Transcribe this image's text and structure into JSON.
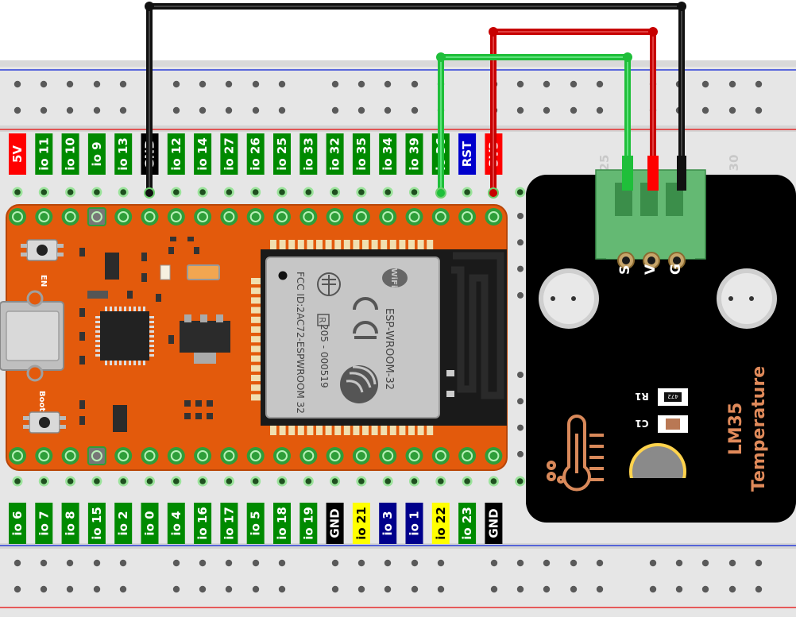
{
  "top_pin_labels": [
    {
      "text": "5V",
      "bg": "#ff0000",
      "fg": "#ffffff"
    },
    {
      "text": "io 11",
      "bg": "#008a00",
      "fg": "#ffffff"
    },
    {
      "text": "io 10",
      "bg": "#008a00",
      "fg": "#ffffff"
    },
    {
      "text": "io 9",
      "bg": "#008a00",
      "fg": "#ffffff"
    },
    {
      "text": "io 13",
      "bg": "#008a00",
      "fg": "#ffffff"
    },
    {
      "text": "GND",
      "bg": "#000000",
      "fg": "#ffffff"
    },
    {
      "text": "io 12",
      "bg": "#008a00",
      "fg": "#ffffff"
    },
    {
      "text": "io 14",
      "bg": "#008a00",
      "fg": "#ffffff"
    },
    {
      "text": "io 27",
      "bg": "#008a00",
      "fg": "#ffffff"
    },
    {
      "text": "io 26",
      "bg": "#008a00",
      "fg": "#ffffff"
    },
    {
      "text": "io 25",
      "bg": "#008a00",
      "fg": "#ffffff"
    },
    {
      "text": "io 33",
      "bg": "#008a00",
      "fg": "#ffffff"
    },
    {
      "text": "io 32",
      "bg": "#008a00",
      "fg": "#ffffff"
    },
    {
      "text": "io 35",
      "bg": "#008a00",
      "fg": "#ffffff"
    },
    {
      "text": "io 34",
      "bg": "#008a00",
      "fg": "#ffffff"
    },
    {
      "text": "io 39",
      "bg": "#008a00",
      "fg": "#ffffff"
    },
    {
      "text": "io 36",
      "bg": "#008a00",
      "fg": "#ffffff"
    },
    {
      "text": "RST",
      "bg": "#0000cc",
      "fg": "#ffffff"
    },
    {
      "text": "3V3",
      "bg": "#ff0000",
      "fg": "#ffffff"
    }
  ],
  "bottom_pin_labels": [
    {
      "text": "io 6",
      "bg": "#008a00",
      "fg": "#ffffff"
    },
    {
      "text": "io 7",
      "bg": "#008a00",
      "fg": "#ffffff"
    },
    {
      "text": "io 8",
      "bg": "#008a00",
      "fg": "#ffffff"
    },
    {
      "text": "io 15",
      "bg": "#008a00",
      "fg": "#ffffff"
    },
    {
      "text": "io 2",
      "bg": "#008a00",
      "fg": "#ffffff"
    },
    {
      "text": "io 0",
      "bg": "#008a00",
      "fg": "#ffffff"
    },
    {
      "text": "io 4",
      "bg": "#008a00",
      "fg": "#ffffff"
    },
    {
      "text": "io 16",
      "bg": "#008a00",
      "fg": "#ffffff"
    },
    {
      "text": "io 17",
      "bg": "#008a00",
      "fg": "#ffffff"
    },
    {
      "text": "io 5",
      "bg": "#008a00",
      "fg": "#ffffff"
    },
    {
      "text": "io 18",
      "bg": "#008a00",
      "fg": "#ffffff"
    },
    {
      "text": "io 19",
      "bg": "#008a00",
      "fg": "#ffffff"
    },
    {
      "text": "GND",
      "bg": "#000000",
      "fg": "#ffffff"
    },
    {
      "text": "io 21",
      "bg": "#ffff00",
      "fg": "#000000"
    },
    {
      "text": "io 3",
      "bg": "#00008b",
      "fg": "#ffffff"
    },
    {
      "text": "io 1",
      "bg": "#00008b",
      "fg": "#ffffff"
    },
    {
      "text": "io 22",
      "bg": "#ffff00",
      "fg": "#000000"
    },
    {
      "text": "io 23",
      "bg": "#008a00",
      "fg": "#ffffff"
    },
    {
      "text": "GND",
      "bg": "#000000",
      "fg": "#ffffff"
    }
  ],
  "breadboard": {
    "col_25": "25",
    "col_30": "30"
  },
  "esp32": {
    "en_label": "EN",
    "boot_label": "Boot",
    "module_name": "ESP-WROOM-32",
    "fcc_line": "FCC ID:2AC72-ESPWROOM 32",
    "cert_line": "205 - 000519",
    "wifi_label": "WiFi",
    "r_mark": "R"
  },
  "sensor": {
    "pin_s": "S",
    "pin_v": "V",
    "pin_g": "G",
    "r1_label": "R1",
    "c1_label": "C1",
    "resistor_code": "472",
    "title_line1": "LM35",
    "title_line2": "Temperature"
  },
  "colors": {
    "breadboard": "#e6e6e6",
    "rail_red": "#e52b2b",
    "rail_blue": "#2b3fd9",
    "esp_board": "#e35a0c",
    "pad_green": "#2e9e39",
    "sensor_board": "#000000",
    "terminal_green": "#64b973",
    "wire_black": "#111111",
    "wire_red": "#c70000",
    "wire_green": "#1fbf3a",
    "sensor_text": "#e08a5a"
  }
}
